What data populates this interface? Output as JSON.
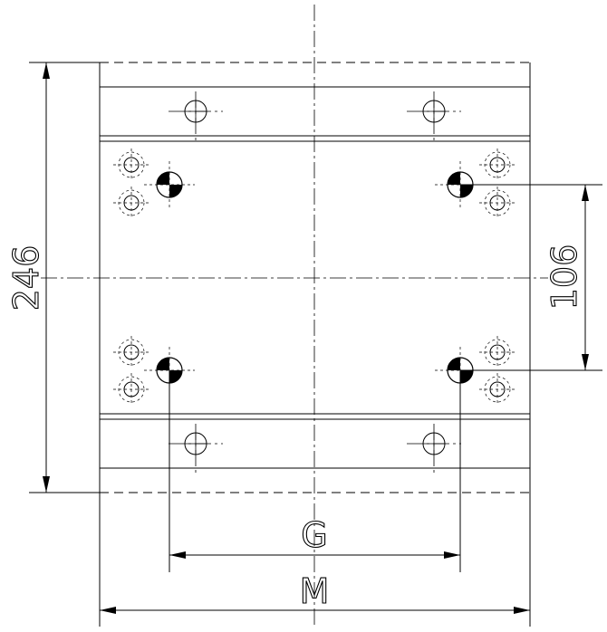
{
  "dimensions": {
    "overall_height": "246",
    "hole_spacing_vertical": "106",
    "hole_spacing_horizontal": "G",
    "overall_width": "M"
  },
  "colors": {
    "line": "#000000",
    "background": "#ffffff"
  }
}
